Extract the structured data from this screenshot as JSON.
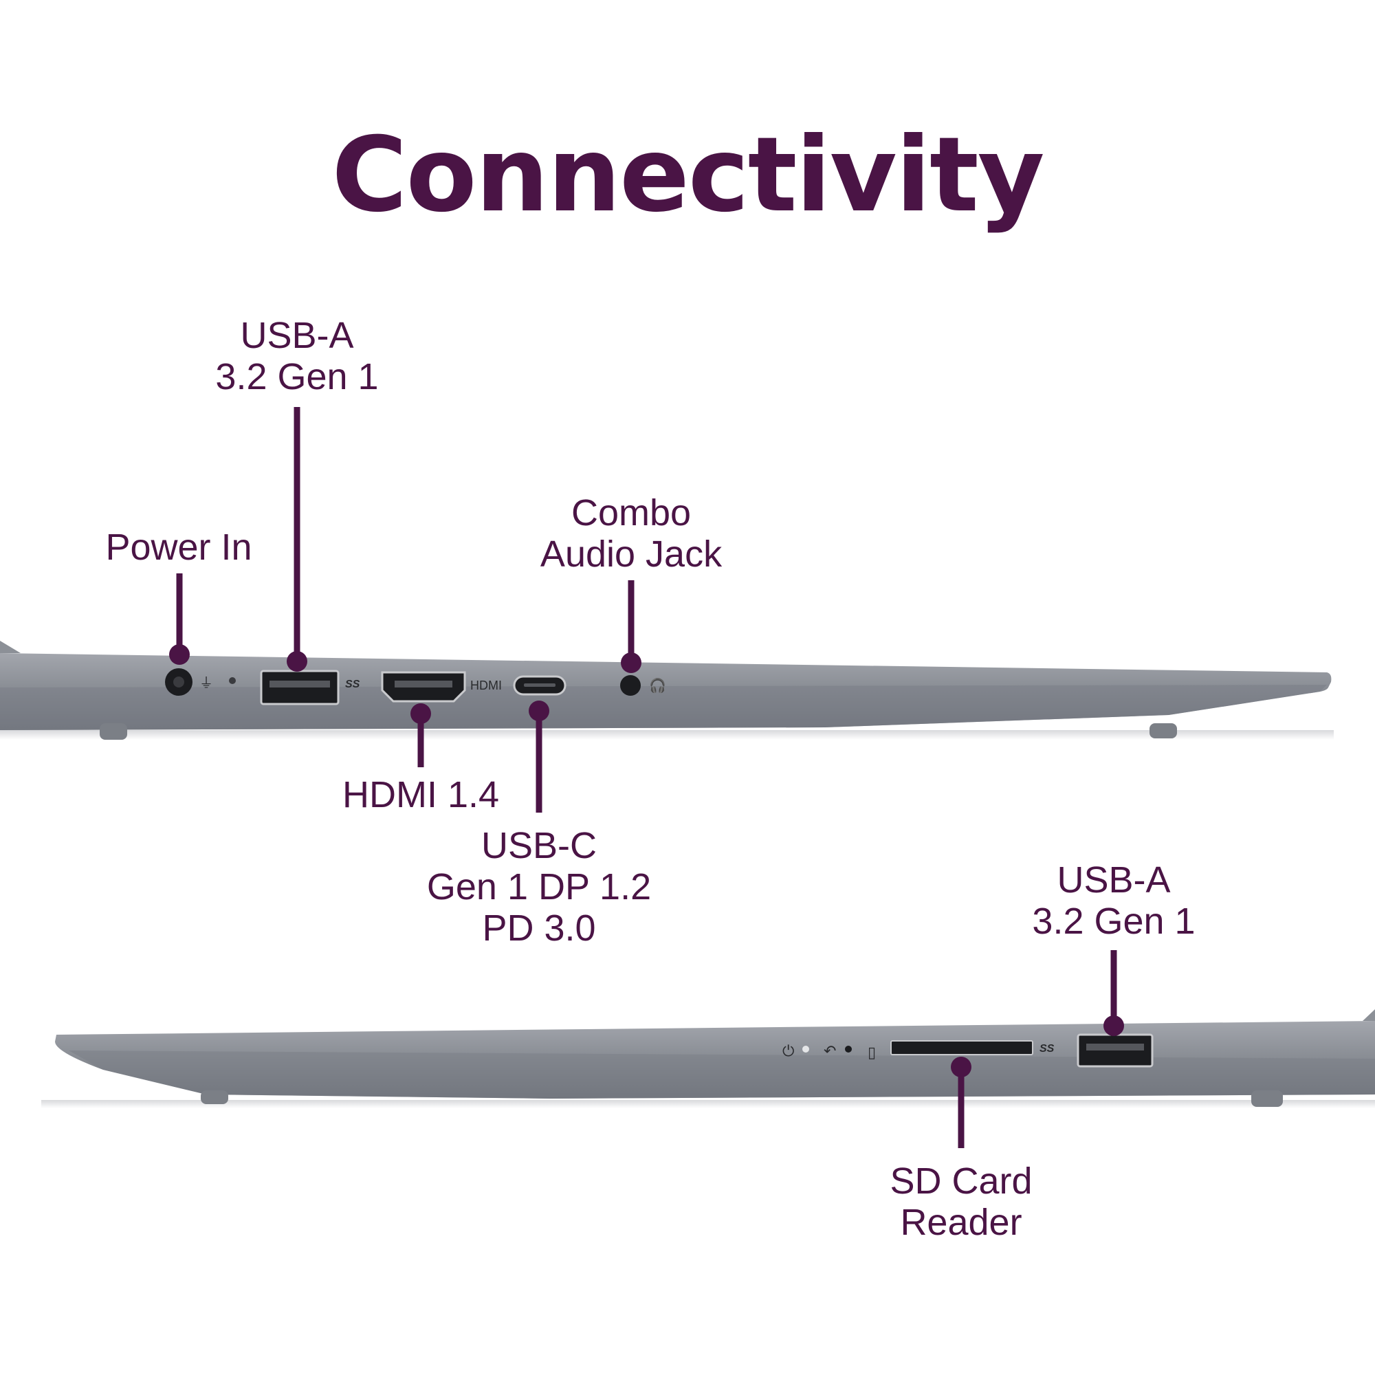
{
  "title": "Connectivity",
  "colors": {
    "accent": "#4a1445",
    "chassis": "#8d9097",
    "chassis_dark": "#6f737b",
    "port": "#1b1c1f"
  },
  "top_side": {
    "labels": {
      "power_in": "Power In",
      "usb_a_left": [
        "USB-A",
        "3.2 Gen 1"
      ],
      "combo_audio": [
        "Combo",
        "Audio Jack"
      ],
      "hdmi": "HDMI 1.4",
      "usb_c": [
        "USB-C",
        "Gen 1 DP 1.2",
        "PD 3.0"
      ]
    },
    "port_markings": {
      "ss": "SS",
      "hdmi": "HDMI"
    }
  },
  "bottom_side": {
    "labels": {
      "usb_a_right": [
        "USB-A",
        "3.2 Gen 1"
      ],
      "sd_card": [
        "SD Card",
        "Reader"
      ]
    },
    "port_markings": {
      "ss": "SS"
    }
  }
}
